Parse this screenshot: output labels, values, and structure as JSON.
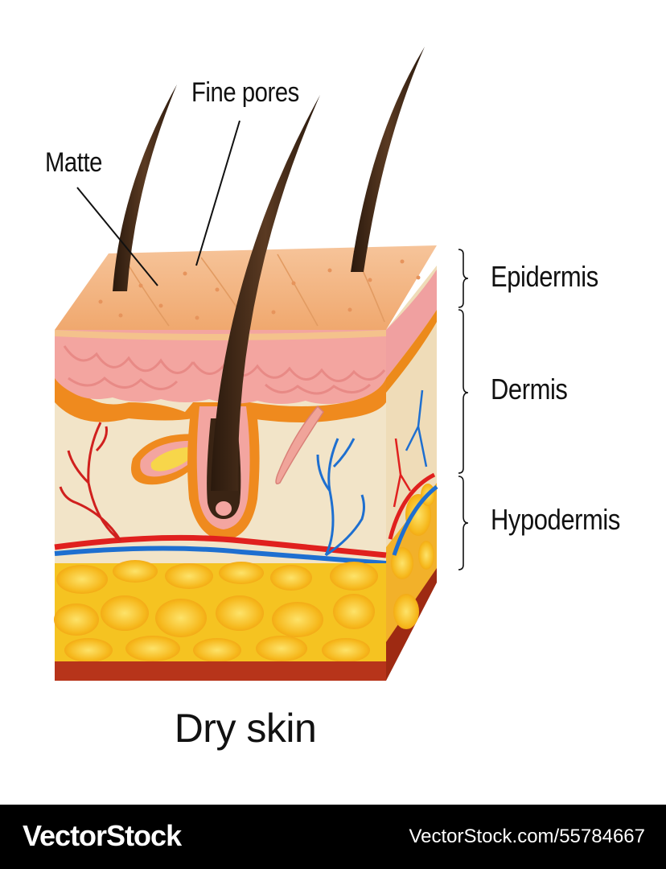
{
  "labels": {
    "matte": "Matte",
    "fine_pores": "Fine pores",
    "epidermis": "Epidermis",
    "dermis": "Dermis",
    "hypodermis": "Hypodermis"
  },
  "caption": "Dry skin",
  "footer": {
    "brand": "VectorStock",
    "image_id": "VectorStock.com/55784667"
  },
  "colors": {
    "epidermis": "#f4b27a",
    "dermis_papillae": "#f3a5a0",
    "dermis_band": "#ef8a1e",
    "dermis_tissue": "#f2e4c8",
    "fat": "#f5c321",
    "artery": "#e0201e",
    "vein": "#1e6fd0",
    "hair": "#3a2414",
    "base": "#b7341a"
  }
}
